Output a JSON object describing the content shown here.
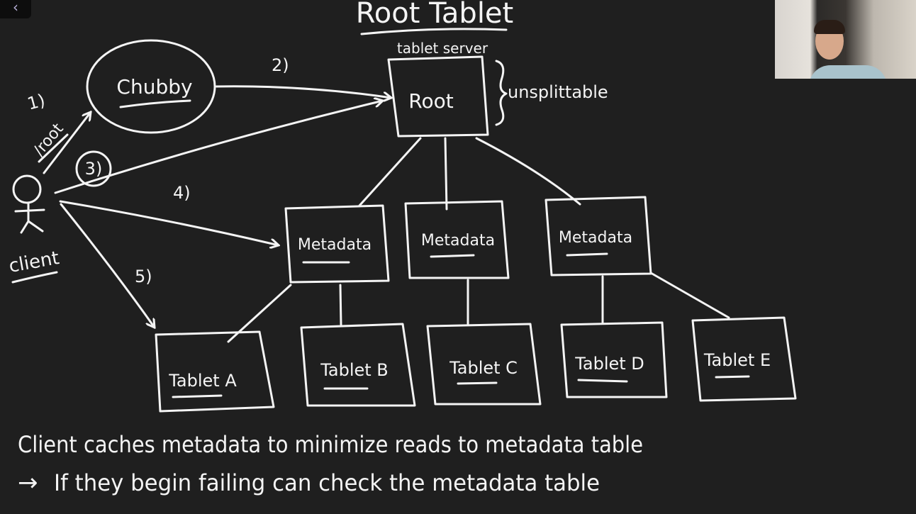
{
  "controls": {
    "back_icon": "chevron-left-icon",
    "back_glyph": "‹"
  },
  "diagram": {
    "title": "Root Tablet",
    "tablet_server_label": "tablet server",
    "root_label": "Root",
    "unsplittable_label": "unsplittable",
    "chubby_label": "Chubby",
    "client_label": "client",
    "path_label": "/root",
    "steps": [
      "1)",
      "2)",
      "3)",
      "4)",
      "5)"
    ],
    "metadata_labels": [
      "Metadata",
      "Metadata",
      "Metadata"
    ],
    "tablet_labels": [
      "Tablet A",
      "Tablet B",
      "Tablet C",
      "Tablet D",
      "Tablet E"
    ]
  },
  "notes": {
    "line1": "Client caches metadata to minimize reads to metadata table",
    "line2_arrow": "→",
    "line2": "If they begin failing can check the metadata table"
  },
  "colors": {
    "background": "#1f1f1f",
    "ink": "#f4f4f4"
  }
}
